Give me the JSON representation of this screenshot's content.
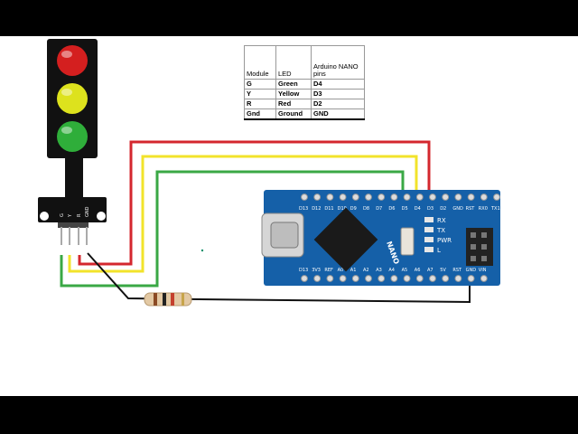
{
  "table": {
    "headers": [
      "Module",
      "LED",
      "Arduino NANO pins"
    ],
    "rows": [
      [
        "G",
        "Green",
        "D4"
      ],
      [
        "Y",
        "Yellow",
        "D3"
      ],
      [
        "R",
        "Red",
        "D2"
      ],
      [
        "Gnd",
        "Ground",
        "GND"
      ]
    ]
  },
  "module": {
    "pin_labels": [
      "GND",
      "R",
      "Y",
      "G"
    ]
  },
  "nano": {
    "label": "NANO",
    "top_pins": [
      "D13",
      "D12",
      "D11",
      "D10",
      "D9",
      "D8",
      "D7",
      "D6",
      "D5",
      "D4",
      "D3",
      "D2",
      "GND",
      "RST",
      "RX0",
      "TX1"
    ],
    "bottom_pins": [
      "D13",
      "3V3",
      "REF",
      "A0",
      "A1",
      "A2",
      "A3",
      "A4",
      "A5",
      "A6",
      "A7",
      "5V",
      "RST",
      "GND",
      "VIN"
    ],
    "led_labels": [
      "RX",
      "TX",
      "PWR",
      "L"
    ]
  },
  "colors": {
    "red_wire": "#d4272e",
    "yellow_wire": "#f2e32b",
    "green_wire": "#3aa845",
    "black_wire": "#111111",
    "board": "#1560a8",
    "led_red": "#d41f1f",
    "led_yellow": "#dde21d",
    "led_green": "#2fae3a"
  }
}
